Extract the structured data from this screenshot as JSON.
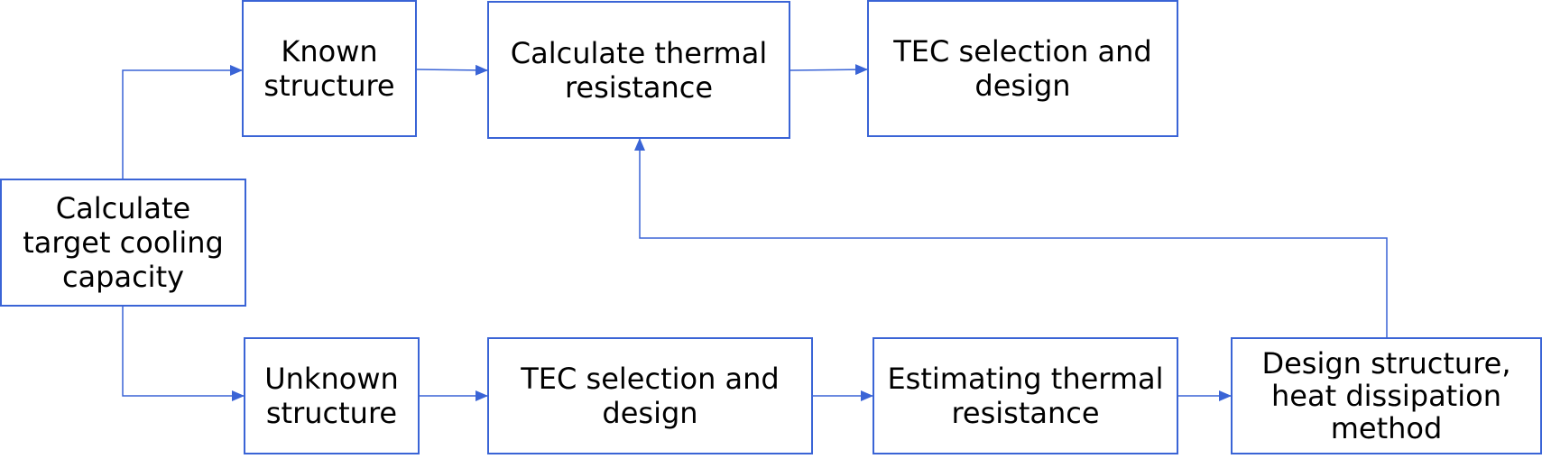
{
  "colors": {
    "box_border": "#3a64d6",
    "connector": "#3a64d6",
    "text": "#000000",
    "background": "#ffffff"
  },
  "nodes": {
    "calculate_target_cooling_capacity": "Calculate\ntarget cooling\ncapacity",
    "known_structure": "Known\nstructure",
    "calculate_thermal_resistance": "Calculate thermal\nresistance",
    "tec_selection_top": "TEC selection and\ndesign",
    "unknown_structure": "Unknown\nstructure",
    "tec_selection_bottom": "TEC selection and\ndesign",
    "estimating_thermal_resistance": "Estimating thermal\nresistance",
    "design_structure": "Design structure,\nheat dissipation\nmethod"
  }
}
